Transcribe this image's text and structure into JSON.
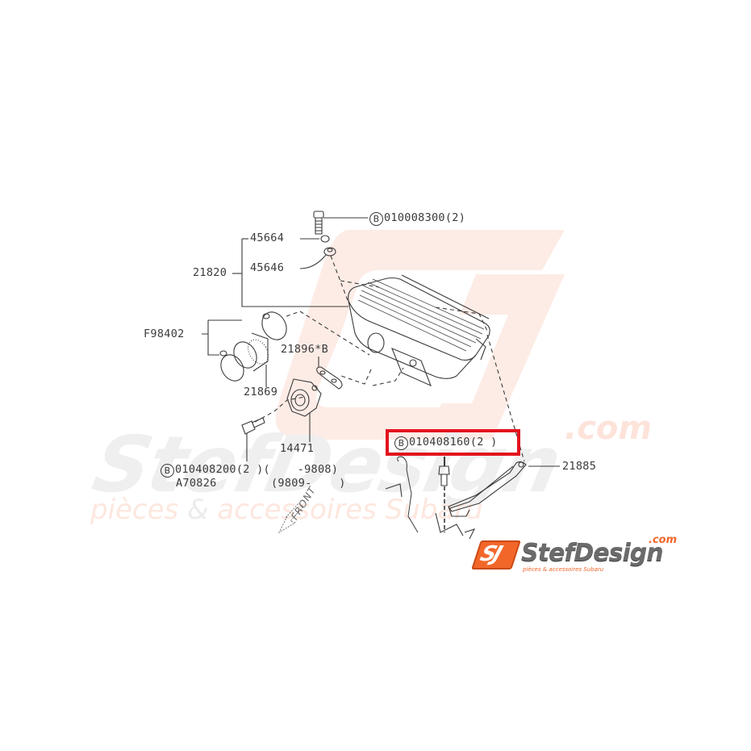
{
  "diagram": {
    "title": "Subaru intercooler assembly parts diagram",
    "highlight_color": "#e3141e",
    "line_color": "#3a3a3a",
    "callouts": [
      {
        "id": "bolt_top",
        "prefix": "B",
        "text": "010008300(2)"
      },
      {
        "id": "p45664",
        "text": "45664"
      },
      {
        "id": "p45646",
        "text": "45646"
      },
      {
        "id": "p21820",
        "text": "21820"
      },
      {
        "id": "pF98402",
        "text": "F98402"
      },
      {
        "id": "p21896",
        "text": "21896*B"
      },
      {
        "id": "p21869",
        "text": "21869"
      },
      {
        "id": "p14471",
        "text": "14471"
      },
      {
        "id": "bolt_left",
        "prefix": "B",
        "text": "010408200(2 )(    -9808)"
      },
      {
        "id": "pA70826",
        "text": "A70826        (9809-    )"
      },
      {
        "id": "bolt_highlight",
        "prefix": "B",
        "text": "010408160(2 )"
      },
      {
        "id": "p21885",
        "text": "21885"
      }
    ],
    "direction_marker": "FRONT"
  },
  "watermark": {
    "brand": "StefDesign",
    "domain_suffix": ".com",
    "tagline_part1": "pièces ",
    "tagline_amp": "&",
    "tagline_part2": " accessoires Subaru",
    "brand_color": "#f2662a",
    "watermark_gray": "#efefef"
  },
  "logo": {
    "badge_text": "SJ",
    "name": "StefDesign",
    "suffix": ".com",
    "tagline": "pièces & accessoires Subaru",
    "accent_color": "#f2662a",
    "name_color": "#6b6b6b"
  }
}
